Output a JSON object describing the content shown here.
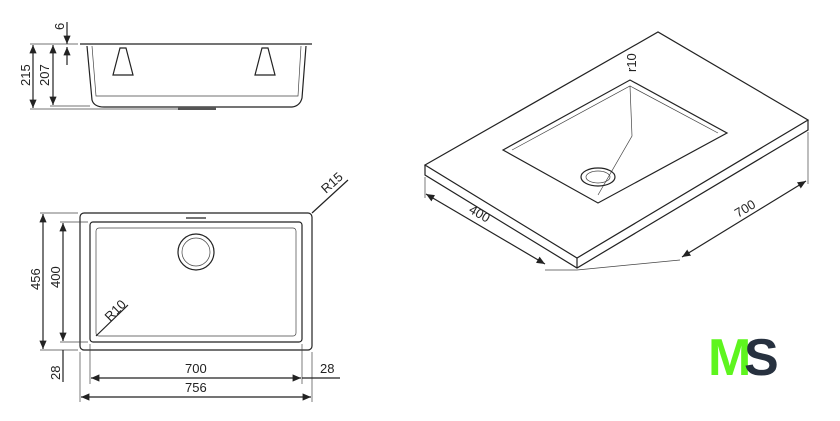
{
  "side_view": {
    "dims": {
      "total_height": "215",
      "basin_height": "207",
      "rim": "6"
    }
  },
  "top_view": {
    "dims": {
      "outer_depth": "456",
      "inner_depth": "400",
      "rim_bottom": "28",
      "inner_width": "700",
      "rim_side": "28",
      "outer_width": "756",
      "outer_radius": "R15",
      "inner_radius": "R10"
    }
  },
  "iso_view": {
    "dims": {
      "depth": "400",
      "width": "700",
      "radius": "r10"
    }
  },
  "logo": {
    "text": "MS",
    "letter1": "M",
    "letter2": "S",
    "color1": "#5ef51e",
    "color2": "#27313f"
  }
}
